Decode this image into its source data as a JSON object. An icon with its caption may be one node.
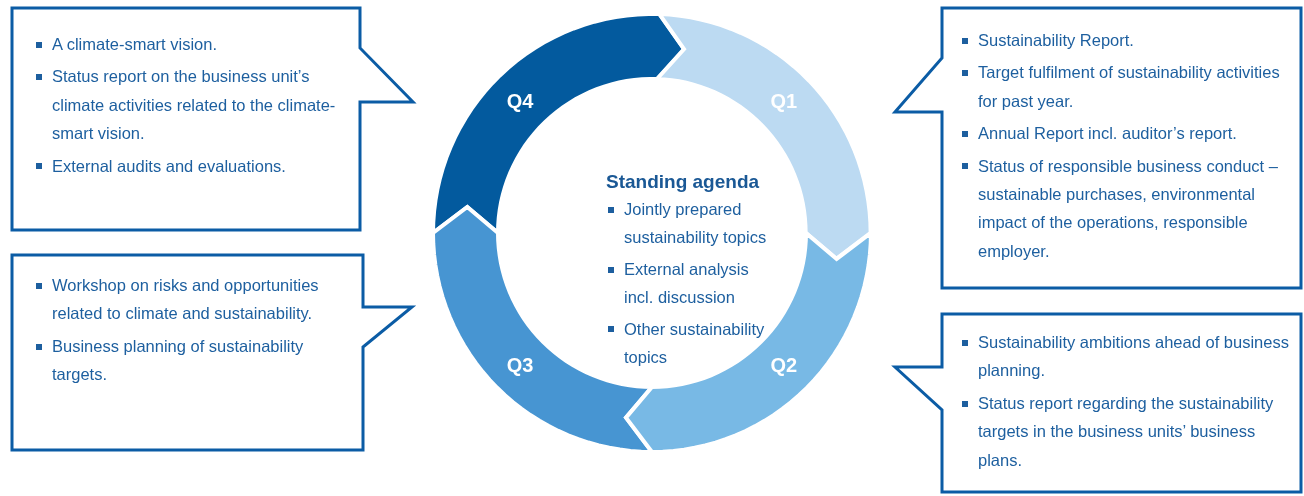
{
  "diagram": {
    "nodes": [
      {
        "text": [
          "A climate-smart vision.",
          "Status report on the business unit’s climate activities related to the climate-smart vision.",
          "External audits and evaluations."
        ]
      },
      {
        "text": [
          "Q4"
        ]
      },
      {
        "text": [
          "Q1"
        ]
      },
      {
        "text": [
          "Sustainability Report.",
          "Target fulfilment of sustainability activities for past year.",
          "Annual Report incl. auditor’s report.",
          "Status of responsible business conduct – sustainable purchases, environmental impact of the operations, responsible employer."
        ]
      },
      {
        "text": [
          "Standing agenda",
          "Jointly prepared sustainability topics",
          "External analysis incl. discussion",
          "Other sustainability topics"
        ]
      },
      {
        "text": [
          "Workshop on risks and opportunities related to climate and sustainability.",
          "Business planning of sustainability targets."
        ]
      },
      {
        "text": [
          "Q3"
        ]
      },
      {
        "text": [
          "Q2"
        ]
      },
      {
        "text": [
          "Sustainability ambitions ahead of business planning.",
          "Status report regarding the sustainability targets in the business units’ business plans."
        ]
      }
    ]
  }
}
